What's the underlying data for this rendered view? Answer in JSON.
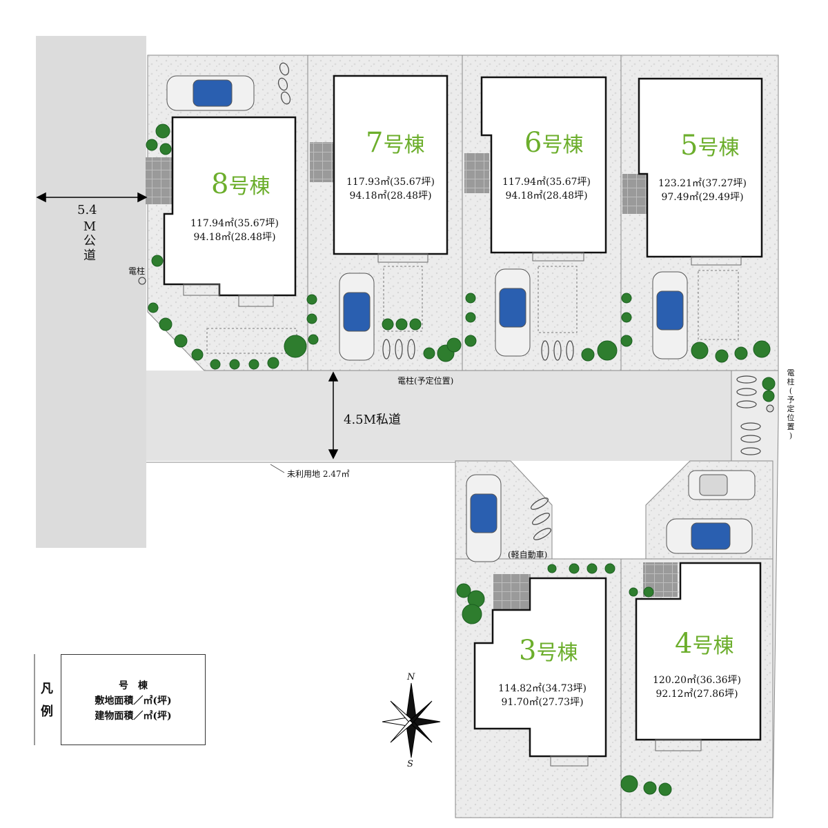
{
  "buildings": [
    {
      "id": "8",
      "num": "8",
      "suffix": "号棟",
      "land": "117.94㎡(35.67坪)",
      "floor": "94.18㎡(28.48坪)"
    },
    {
      "id": "7",
      "num": "7",
      "suffix": "号棟",
      "land": "117.93㎡(35.67坪)",
      "floor": "94.18㎡(28.48坪)"
    },
    {
      "id": "6",
      "num": "6",
      "suffix": "号棟",
      "land": "117.94㎡(35.67坪)",
      "floor": "94.18㎡(28.48坪)"
    },
    {
      "id": "5",
      "num": "5",
      "suffix": "号棟",
      "land": "123.21㎡(37.27坪)",
      "floor": "97.49㎡(29.49坪)"
    },
    {
      "id": "3",
      "num": "3",
      "suffix": "号棟",
      "land": "114.82㎡(34.73坪)",
      "floor": "91.70㎡(27.73坪)"
    },
    {
      "id": "4",
      "num": "4",
      "suffix": "号棟",
      "land": "120.20㎡(36.36坪)",
      "floor": "92.12㎡(27.86坪)"
    }
  ],
  "roads": {
    "public_width": "5.4",
    "public_chars": [
      "M",
      "公",
      "道"
    ],
    "private_road": "4.5M私道"
  },
  "labels": {
    "utility_pole": "電柱",
    "pole_planned": "電柱(予定位置)",
    "pole_planned_vertical": [
      "電",
      "柱",
      "(",
      "予",
      "定",
      "位",
      "置",
      ")"
    ],
    "unused_land": "未利用地 2.47㎡",
    "kei_car": "(軽自動車)"
  },
  "compass": {
    "north": "N",
    "south": "S"
  },
  "legend": {
    "title_chars": [
      "凡",
      "例"
    ],
    "line1": "号　棟",
    "line2": "敷地面積／㎡(坪)",
    "line3": "建物面積／㎡(坪)"
  },
  "colors": {
    "lot_fill": "#e9e9e9",
    "road_fill": "#e3e3e3",
    "building_name": "#6cae2c",
    "tree": "#2e7d2e",
    "car_blue": "#2a5fb0"
  }
}
